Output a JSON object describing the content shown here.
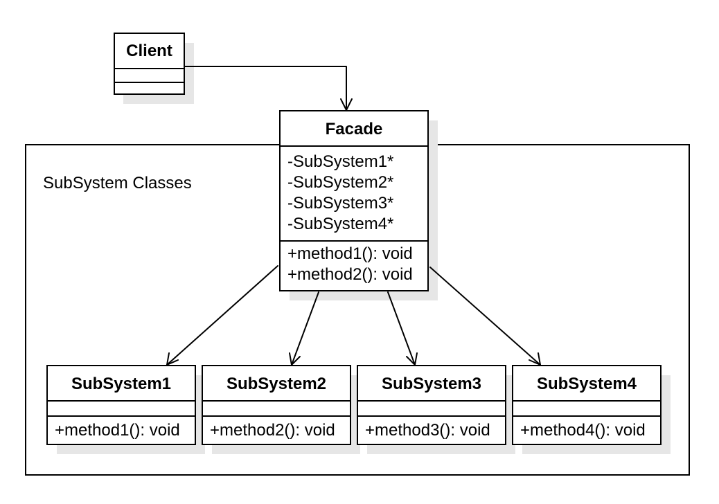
{
  "package": {
    "label": "SubSystem Classes"
  },
  "client": {
    "name": "Client"
  },
  "facade": {
    "name": "Facade",
    "attributes": [
      "-SubSystem1*",
      "-SubSystem2*",
      "-SubSystem3*",
      "-SubSystem4*"
    ],
    "methods": [
      "+method1(): void",
      "+method2(): void"
    ]
  },
  "subsystems": [
    {
      "name": "SubSystem1",
      "method": "+method1(): void"
    },
    {
      "name": "SubSystem2",
      "method": "+method2(): void"
    },
    {
      "name": "SubSystem3",
      "method": "+method3(): void"
    },
    {
      "name": "SubSystem4",
      "method": "+method4(): void"
    }
  ],
  "colors": {
    "stroke": "#000000",
    "shadow": "#e6e6e6",
    "background": "#ffffff"
  }
}
